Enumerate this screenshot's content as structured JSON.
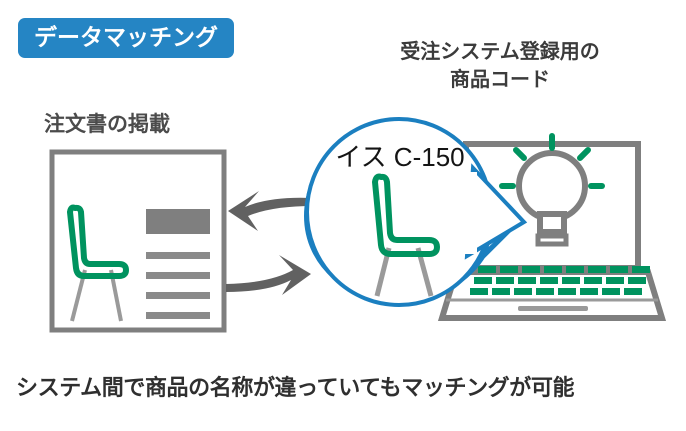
{
  "meta": {
    "background_color": "#ffffff",
    "accent_blue": "#2585c4",
    "accent_green": "#00935f",
    "gray": "#7f7f7f",
    "dark_text": "#333333"
  },
  "badge": {
    "label": "データマッチング",
    "background_color": "#2585c4",
    "text_color": "#ffffff"
  },
  "labels": {
    "left_label": "注文書の掲載",
    "right_label_line1": "受注システム登録用の",
    "right_label_line2": "商品コード"
  },
  "bubble": {
    "product_name": "イス",
    "product_code": "C-150",
    "text": "イス C-150",
    "border_color": "#1b7fc0",
    "fill_color": "#ffffff",
    "icon_name": "chair-icon"
  },
  "document": {
    "icon_name": "order-document-icon",
    "chair_icon_name": "chair-icon",
    "outline_color": "#7f7f7f",
    "heading_block_color": "#7f7f7f",
    "text_line_count": 4
  },
  "laptop": {
    "icon_name": "laptop-icon",
    "outline_color": "#7f7f7f",
    "key_color": "#00935f",
    "key_rows": 3,
    "keys_per_row": 8,
    "bulb_icon_name": "lightbulb-icon",
    "bulb_ray_count": 5,
    "bulb_ray_color": "#00935f"
  },
  "arrows": {
    "color": "#616161",
    "top_arrow_name": "arrow-left",
    "bottom_arrow_name": "arrow-right",
    "top_direction": "left",
    "bottom_direction": "right"
  },
  "caption": {
    "text": "システム間で商品の名称が違っていてもマッチングが可能"
  }
}
